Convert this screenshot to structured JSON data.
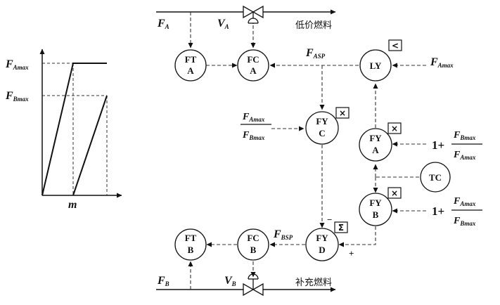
{
  "nodes": {
    "FTA": [
      "FT",
      "A"
    ],
    "FCA": [
      "FC",
      "A"
    ],
    "LY": [
      "LY"
    ],
    "FYC": [
      "FY",
      "C"
    ],
    "FYA": [
      "FY",
      "A"
    ],
    "TC": [
      "TC"
    ],
    "FYB": [
      "FY",
      "B"
    ],
    "FYD": [
      "FY",
      "D"
    ],
    "FCB": [
      "FC",
      "B"
    ],
    "FTB": [
      "FT",
      "B"
    ]
  },
  "operators": {
    "LY": "<",
    "FYC": "×",
    "FYA": "×",
    "FYB": "×",
    "FYD": "Σ"
  },
  "fuel_labels": {
    "low_cost": "低价燃料",
    "supplement": "补充燃料"
  },
  "signals": {
    "FA": {
      "main": "F",
      "sub": "A"
    },
    "VA": {
      "main": "V",
      "sub": "A"
    },
    "FASP": {
      "main": "F",
      "sub": "ASP"
    },
    "FAmax": {
      "main": "F",
      "sub": "Amax"
    },
    "FBSP": {
      "main": "F",
      "sub": "BSP"
    },
    "FB": {
      "main": "F",
      "sub": "B"
    },
    "VB": {
      "main": "V",
      "sub": "B"
    }
  },
  "ratio_c": {
    "num_main": "F",
    "num_sub": "Amax",
    "den_main": "F",
    "den_sub": "Bmax"
  },
  "ratio_a": {
    "prefix": "1+",
    "num_main": "F",
    "num_sub": "Bmax",
    "den_main": "F",
    "den_sub": "Amax"
  },
  "ratio_b": {
    "prefix": "1+",
    "num_main": "F",
    "num_sub": "Amax",
    "den_main": "F",
    "den_sub": "Bmax"
  },
  "sum_signs": {
    "minus": "−",
    "plus": "+"
  },
  "inset_chart": {
    "x_label": "m",
    "y_labels": [
      {
        "main": "F",
        "sub": "Amax"
      },
      {
        "main": "F",
        "sub": "Bmax"
      }
    ]
  }
}
